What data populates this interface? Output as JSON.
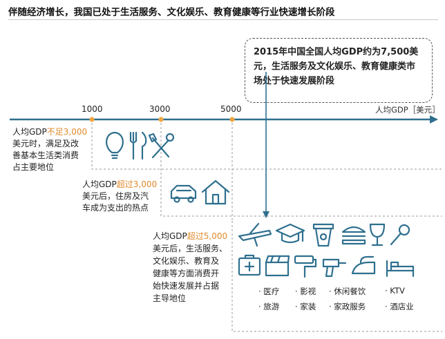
{
  "title": "伴随经济增长，我国已处于生活服务、文化娱乐、教育健康等行业快速增长阶段",
  "callout": "2015年中国全国人均GDP约为7,500美元，生活服务及文化娱乐、教育健康类市场处于快速发展阶段",
  "axis": {
    "ticks": [
      "1000",
      "3000",
      "5000"
    ],
    "label": "人均GDP［美元］"
  },
  "stage1": {
    "prefix": "人均GDP",
    "highlight": "不足3,000",
    "rest": "美元时，满足及改\n善基本生活类消费\n占主要地位"
  },
  "stage2": {
    "prefix": "人均GDP",
    "highlight": "超过3,000",
    "rest": "美元后，住房及汽\n车成为支出的热点"
  },
  "stage3": {
    "prefix": "人均GDP",
    "highlight": "超过5,000",
    "rest": "美元后，生活服务、\n文化娱乐、教育及\n健康等方面消费开\n始快速发展并占据\n主导地位"
  },
  "services": [
    "· 医疗",
    "· 影视",
    "· 休闲餐饮",
    "· KTV",
    "· 旅游",
    "· 家装",
    "· 家政服务",
    "· 酒店业"
  ],
  "icons": {
    "stage1": [
      "lightbulb-icon",
      "fork-knife-icon",
      "tools-icon"
    ],
    "stage2": [
      "car-icon",
      "house-icon"
    ],
    "stage3": [
      "airplane-icon",
      "graduation-cap-icon",
      "drink-cup-icon",
      "burger-icon",
      "wine-glass-icon",
      "microphone-icon",
      "medical-kit-icon",
      "clapperboard-icon",
      "paint-roller-icon",
      "drill-icon",
      "iron-icon",
      "bed-icon"
    ]
  },
  "colors": {
    "axis": "#2e6f8e",
    "icon": "#2e6f8e",
    "tick_dot": "#f0a640",
    "highlight": "#e08a2b"
  }
}
